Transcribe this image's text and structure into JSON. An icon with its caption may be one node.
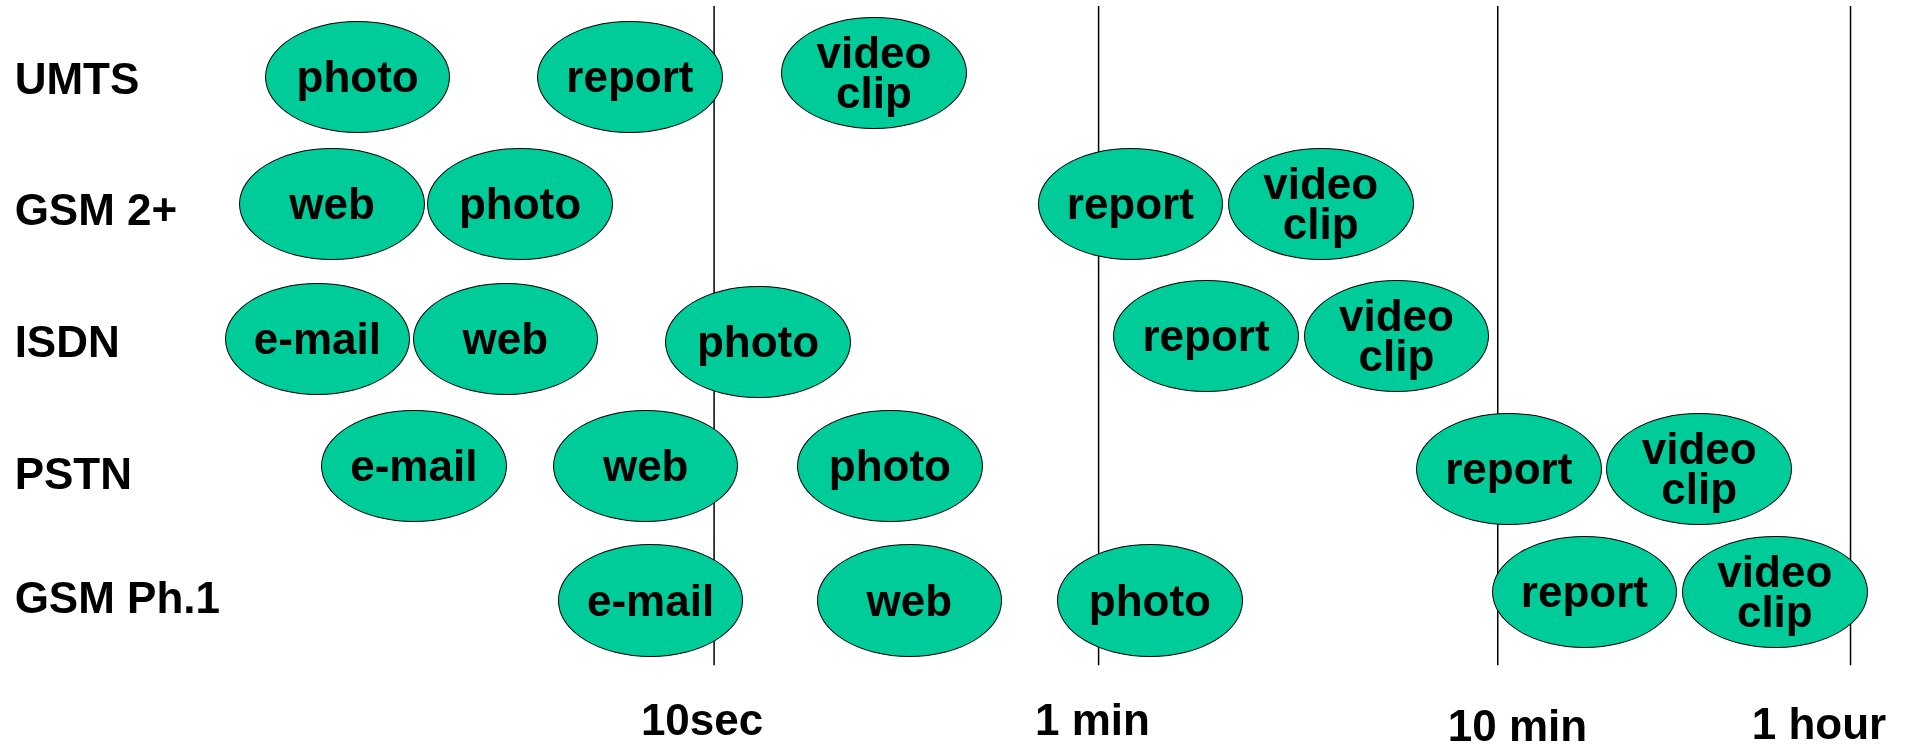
{
  "diagram": {
    "nodes": [
      {
        "text": [
          "photo"
        ]
      },
      {
        "text": [
          "report"
        ]
      },
      {
        "text": [
          "video clip"
        ]
      },
      {
        "text": [
          "web"
        ]
      },
      {
        "text": [
          "photo"
        ]
      },
      {
        "text": [
          "report"
        ]
      },
      {
        "text": [
          "video clip"
        ]
      },
      {
        "text": [
          "e-mail"
        ]
      },
      {
        "text": [
          "web"
        ]
      },
      {
        "text": [
          "photo"
        ]
      },
      {
        "text": [
          "report"
        ]
      },
      {
        "text": [
          "video clip"
        ]
      },
      {
        "text": [
          "e-mail"
        ]
      },
      {
        "text": [
          "web"
        ]
      },
      {
        "text": [
          "photo"
        ]
      },
      {
        "text": [
          "report"
        ]
      },
      {
        "text": [
          "video clip"
        ]
      },
      {
        "text": [
          "e-mail"
        ]
      },
      {
        "text": [
          "web"
        ]
      },
      {
        "text": [
          "photo"
        ]
      },
      {
        "text": [
          "report"
        ]
      },
      {
        "text": [
          "video clip"
        ]
      }
    ],
    "labels": [
      "UMTS",
      "GSM 2+",
      "ISDN",
      "PSTN",
      "GSM Ph.1",
      "10sec",
      "1 min",
      "10 min",
      "1 hour"
    ]
  }
}
